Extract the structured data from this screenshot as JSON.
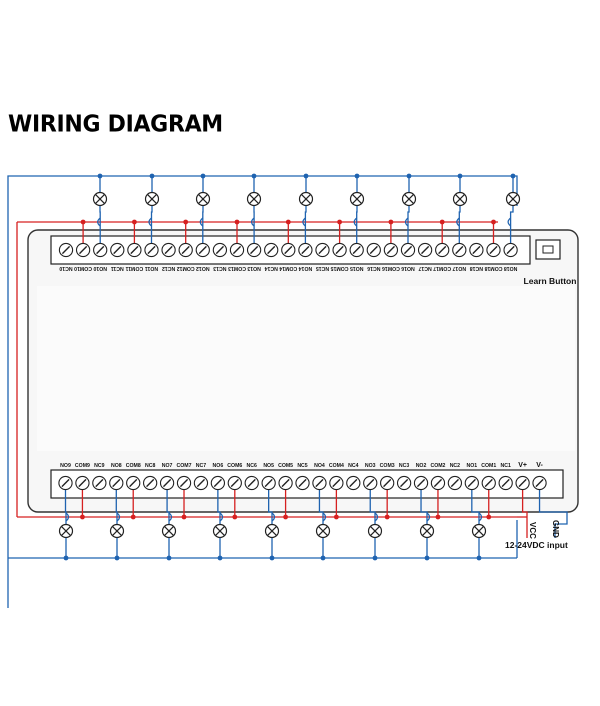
{
  "title": "WIRING DIAGRAM",
  "learn_button_label": "Learn Button",
  "supply": {
    "vcc": "VCC",
    "gnd": "GND",
    "input": "12-24VDC input"
  },
  "colors": {
    "wire_blue": "#1f63b0",
    "wire_red": "#d62020",
    "board": "#f7f7f7",
    "board_border": "#333333"
  },
  "top_terminals": [
    "NC10",
    "COM10",
    "NO10",
    "NC11",
    "COM11",
    "NO11",
    "NC12",
    "COM12",
    "NO12",
    "NC13",
    "COM13",
    "NO13",
    "NC14",
    "COM14",
    "NO14",
    "NC15",
    "COM15",
    "NO15",
    "NC16",
    "COM16",
    "NO16",
    "NC17",
    "COM17",
    "NO17",
    "NC18",
    "COM18",
    "NO18"
  ],
  "bottom_terminals": [
    "NO9",
    "COM9",
    "NC9",
    "NO8",
    "COM8",
    "NC8",
    "NO7",
    "COM7",
    "NC7",
    "NO6",
    "COM6",
    "NC6",
    "NO5",
    "COM5",
    "NC5",
    "NO4",
    "COM4",
    "NC4",
    "NO3",
    "COM3",
    "NC3",
    "NO2",
    "COM2",
    "NC2",
    "NO1",
    "COM1",
    "NC1",
    "V+",
    "V-"
  ]
}
